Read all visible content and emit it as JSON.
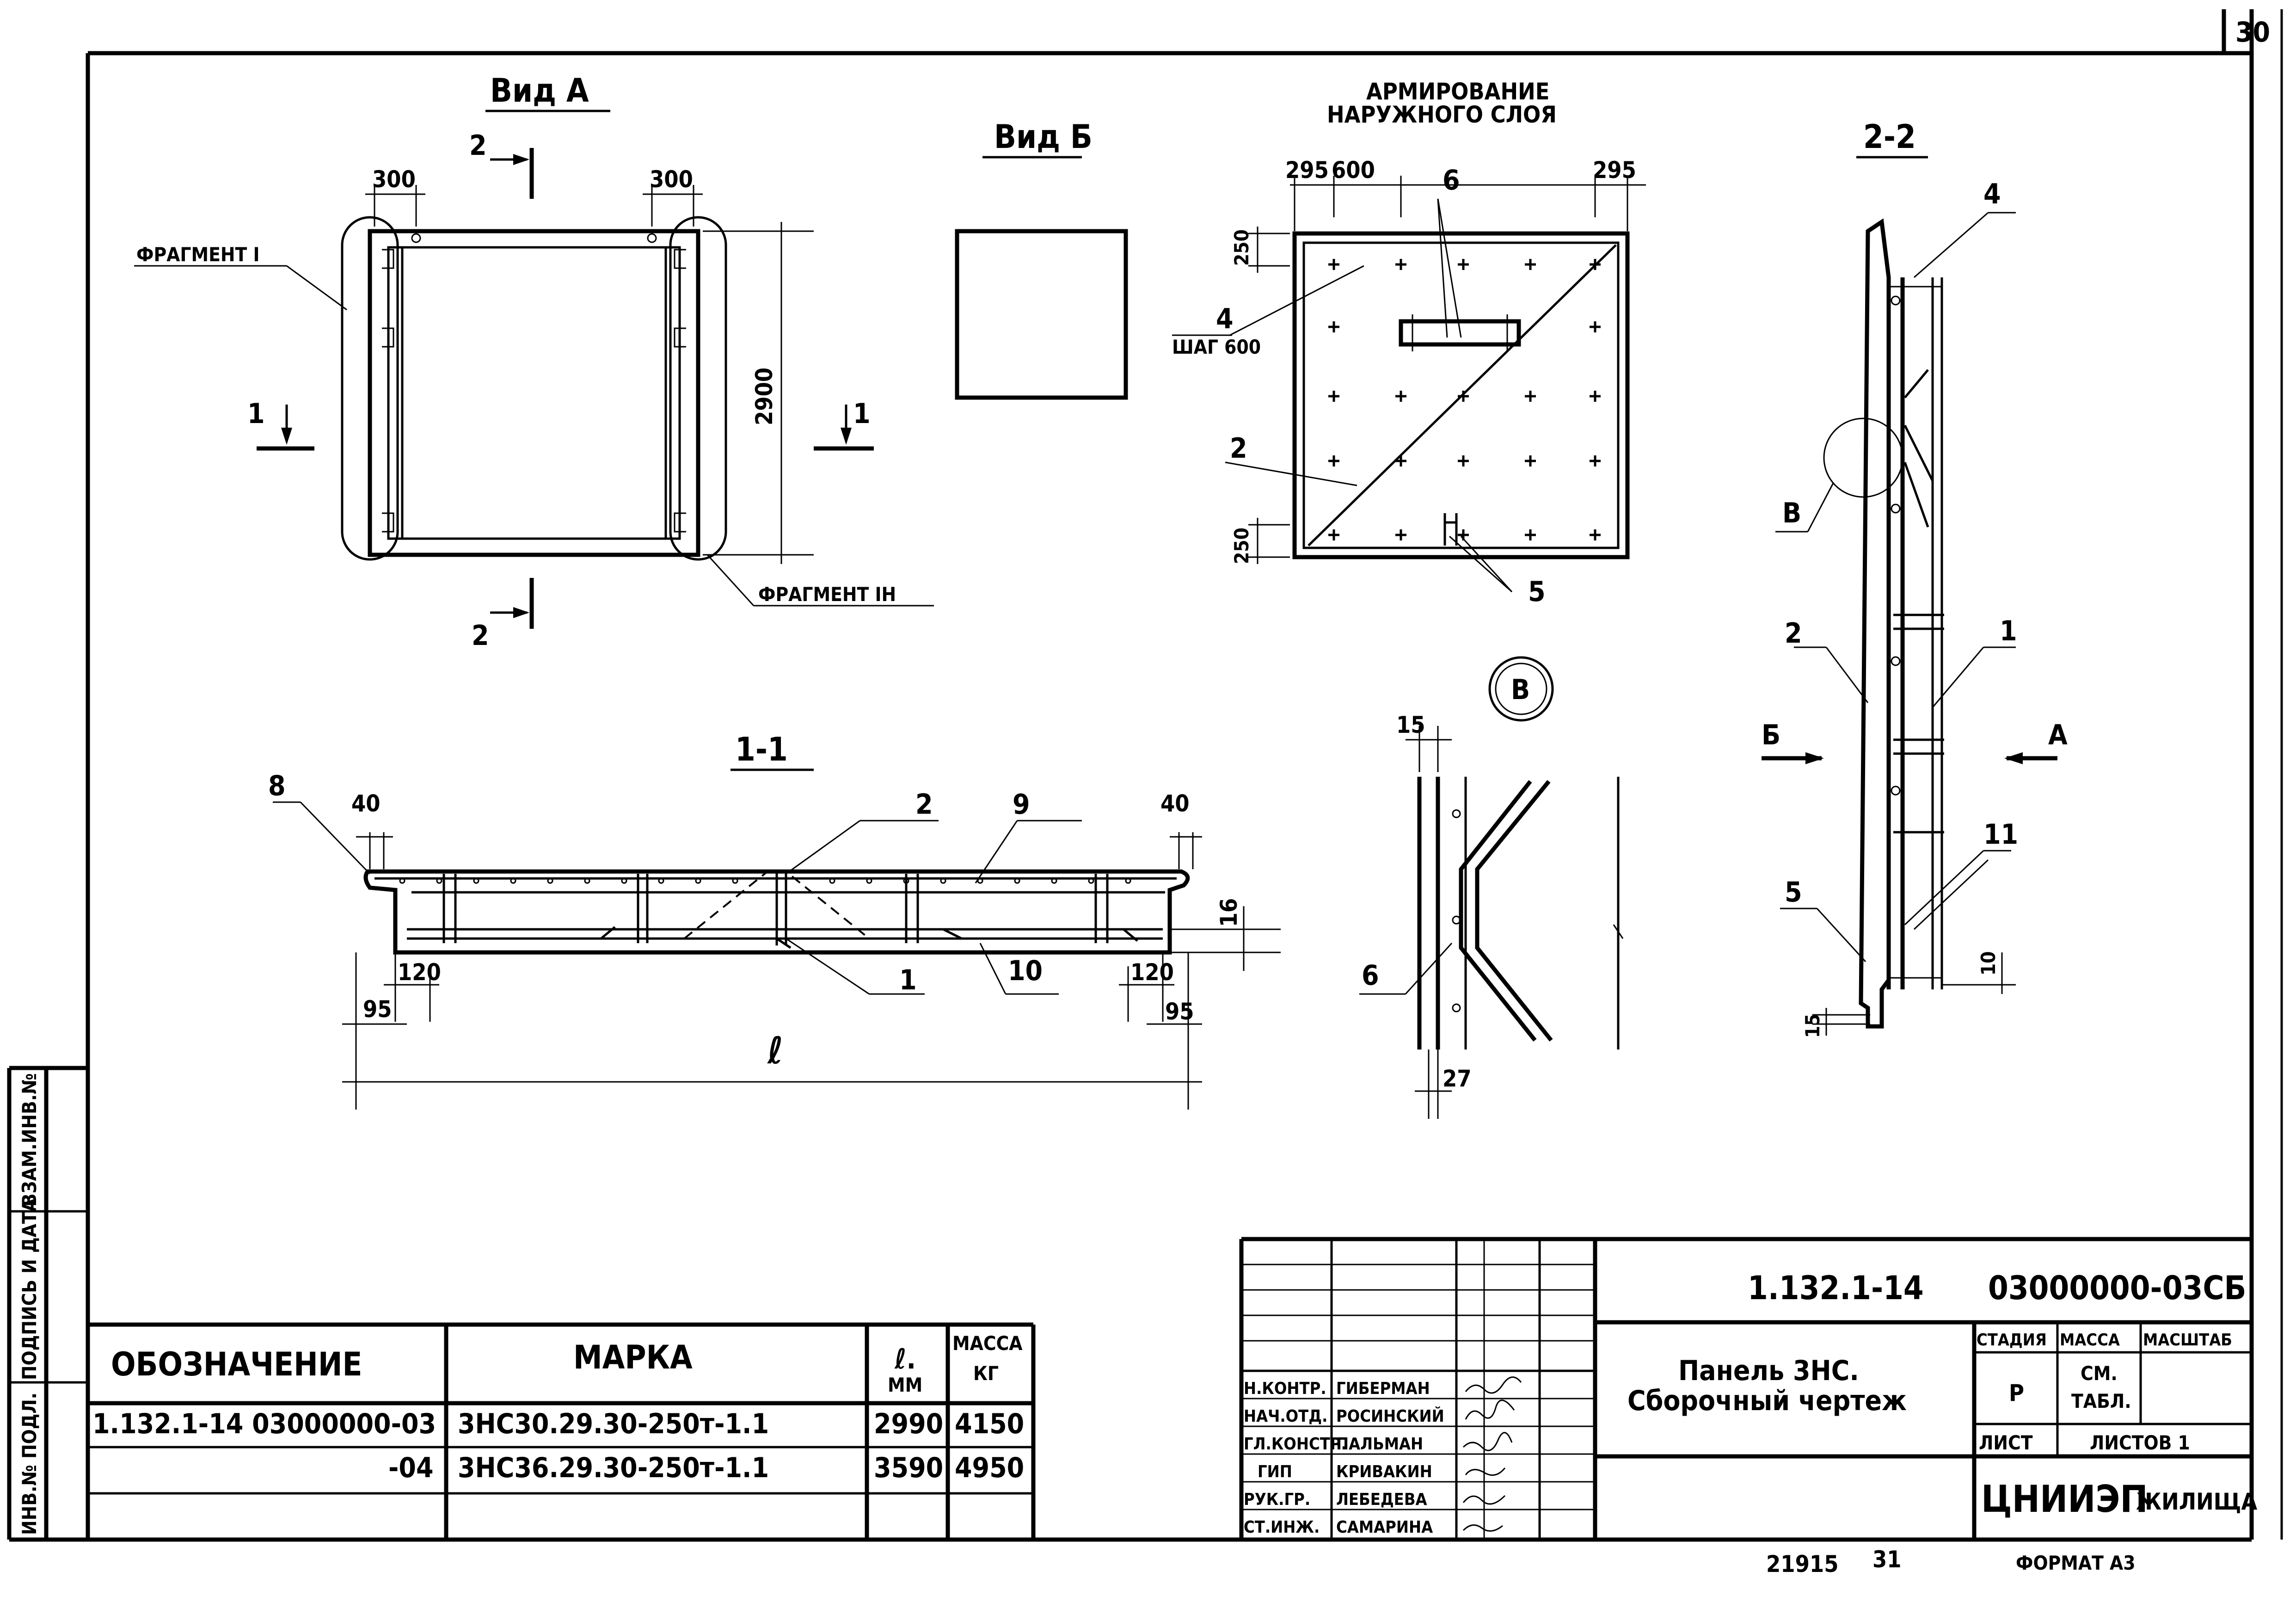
{
  "sheet": {
    "corner_page_number": "30",
    "footer_left_number": "21915",
    "footer_right_number": "31",
    "format": "ФОРМАТ А3"
  },
  "side_stamp": {
    "column_1": "ИНВ.№ ПОДЛ.",
    "column_2": "ПОДПИСЬ И ДАТА",
    "column_3": "ВЗАМ.ИНВ.№"
  },
  "view_a": {
    "title": "Вид А",
    "dim_left": "300",
    "dim_right": "300",
    "dim_height": "2900",
    "section_2": "2",
    "section_1": "1",
    "fragment_left": "ФРАГМЕНТ I",
    "fragment_right": "ФРАГМЕНТ IН"
  },
  "view_b": {
    "title": "Вид Б"
  },
  "reinforcement": {
    "title_line1": "АРМИРОВАНИЕ",
    "title_line2": "НАРУЖНОГО СЛОЯ",
    "dim_295_left": "295",
    "dim_600": "600",
    "dim_295_right": "295",
    "dim_250_top": "250",
    "dim_250_bottom": "250",
    "label_6": "6",
    "label_4": "4",
    "step_note": "ШАГ 600",
    "label_2": "2",
    "label_5": "5"
  },
  "section_1_1": {
    "title": "1-1",
    "label_8": "8",
    "dim_40_left": "40",
    "dim_40_right": "40",
    "label_2": "2",
    "label_9": "9",
    "dim_16": "16",
    "dim_120_left": "120",
    "dim_120_right": "120",
    "dim_95_left": "95",
    "dim_95_right": "95",
    "label_1": "1",
    "label_10": "10",
    "length_symbol": "ℓ"
  },
  "detail_b": {
    "mark": "В",
    "dim_15": "15",
    "dim_27": "27",
    "label_6": "6"
  },
  "section_2_2": {
    "title": "2-2",
    "label_4": "4",
    "label_b": "В",
    "label_2": "2",
    "label_1": "1",
    "view_b_arrow": "Б",
    "view_a_arrow": "А",
    "label_11": "11",
    "label_5": "5",
    "dim_10": "10",
    "dim_15": "15"
  },
  "spec_table": {
    "headers": [
      "ОБОЗНАЧЕНИЕ",
      "МАРКА",
      "ℓ, ММ",
      "МАССА КГ"
    ],
    "header_l_top": "ℓ.",
    "header_l_unit": "ММ",
    "header_mass_top": "МАССА",
    "header_mass_unit": "КГ",
    "rows": [
      {
        "designation": "1.132.1-14 03000000-03",
        "mark": "3НС30.29.30-250т-1.1",
        "length": "2990",
        "mass": "4150"
      },
      {
        "designation": "-04",
        "mark": "3НС36.29.30-250т-1.1",
        "length": "3590",
        "mass": "4950"
      }
    ]
  },
  "title_block": {
    "doc_code": "1.132.1-14",
    "doc_number": "03000000-03СБ",
    "name_line1": "Панель 3НС.",
    "name_line2": "Сборочный чертеж",
    "stage_header": "СТАДИЯ",
    "mass_header": "МАССА",
    "scale_header": "МАСШТАБ",
    "stage_value": "Р",
    "mass_value_1": "СМ.",
    "mass_value_2": "ТАБЛ.",
    "sheet_label": "ЛИСТ",
    "sheets_label": "ЛИСТОВ 1",
    "organization_logo": "ЦНИИЭП",
    "organization_suffix": "ЖИЛИЩА",
    "signatures": [
      {
        "role": "Н.КОНТР.",
        "name": "ГИБЕРМАН"
      },
      {
        "role": "НАЧ.ОТД.",
        "name": "РОСИНСКИЙ"
      },
      {
        "role": "ГЛ.КОНСТР.",
        "name": "ПАЛЬМАН"
      },
      {
        "role": "ГИП",
        "name": "КРИВАКИН"
      },
      {
        "role": "РУК.ГР.",
        "name": "ЛЕБЕДЕВА"
      },
      {
        "role": "СТ.ИНЖ.",
        "name": "САМАРИНА"
      }
    ]
  }
}
